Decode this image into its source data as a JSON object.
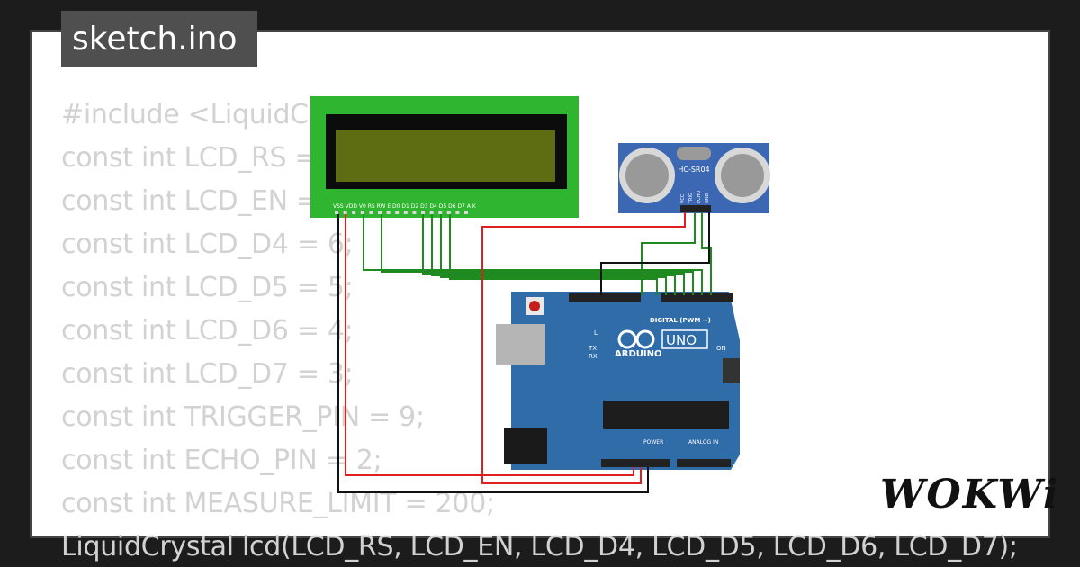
{
  "tab": {
    "filename": "sketch.ino"
  },
  "code_lines": [
    "#include <LiquidCrystal.h>",
    "const int LCD_RS = 12;",
    "const int LCD_EN = 11;",
    "const int LCD_D4 = 6;",
    "const int LCD_D5 = 5;",
    "const int LCD_D6 = 4;",
    "const int LCD_D7 = 3;",
    "const int TRIGGER_PIN = 9;",
    "const int ECHO_PIN = 2;",
    "const int MEASURE_LIMIT = 200;",
    "LiquidCrystal lcd(LCD_RS, LCD_EN, LCD_D4, LCD_D5, LCD_D6, LCD_D7);"
  ],
  "lcd": {
    "pins": "VSS VDD V0 RS RW E D0 D1 D2 D3 D4 D5 D6 D7 A K"
  },
  "sensor": {
    "label": "HC-SR04",
    "pins": [
      "VCC",
      "TRIG",
      "ECHO",
      "GND"
    ]
  },
  "arduino": {
    "brand": "ARDUINO",
    "model": "UNO",
    "digital_label": "DIGITAL (PWM ~)",
    "power_label": "POWER",
    "analog_label": "ANALOG IN",
    "on_label": "ON",
    "l_label": "L",
    "tx_label": "TX",
    "rx_label": "RX"
  },
  "brand": {
    "logo": "WOKWi"
  },
  "colors": {
    "wire_green": "#1f8a1f",
    "wire_red": "#e02020",
    "wire_black": "#111111",
    "arduino_blue": "#2f6ca8",
    "lcd_green": "#2fb52f",
    "sensor_blue": "#3c68b3"
  }
}
